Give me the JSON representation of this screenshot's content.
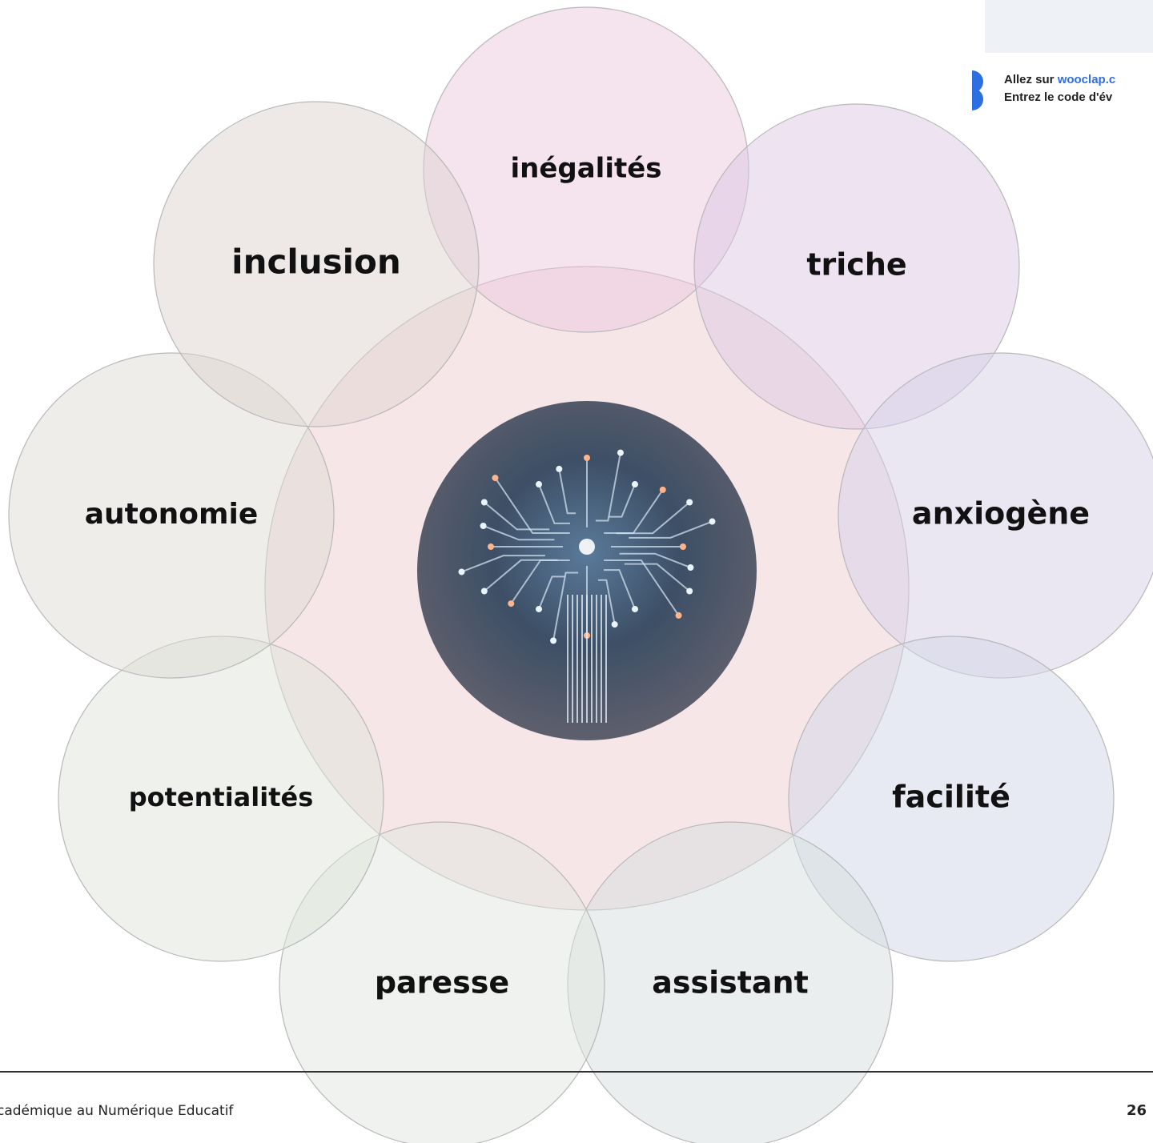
{
  "diagram": {
    "center_image": "ai-brain-circuit-image",
    "nodes": [
      {
        "label": "inégalités",
        "color": "#ecc8dd"
      },
      {
        "label": "triche",
        "color": "#dcc8e3"
      },
      {
        "label": "anxiogène",
        "color": "#d6cfe8"
      },
      {
        "label": "facilité",
        "color": "#d2d5e8"
      },
      {
        "label": "assistant",
        "color": "#d6dede"
      },
      {
        "label": "paresse",
        "color": "#dfe5de"
      },
      {
        "label": "potentialités",
        "color": "#dde3da"
      },
      {
        "label": "autonomie",
        "color": "#dedbd6"
      },
      {
        "label": "inclusion",
        "color": "#ddd3d0"
      }
    ],
    "hub_color": "#f0d2d6"
  },
  "wooclap": {
    "step1_prefix": "Allez sur ",
    "step1_link": "wooclap.c",
    "step2": "Entrez le code d'év"
  },
  "footer": {
    "text": "cadémique au Numérique Educatif",
    "page_number": "26"
  }
}
